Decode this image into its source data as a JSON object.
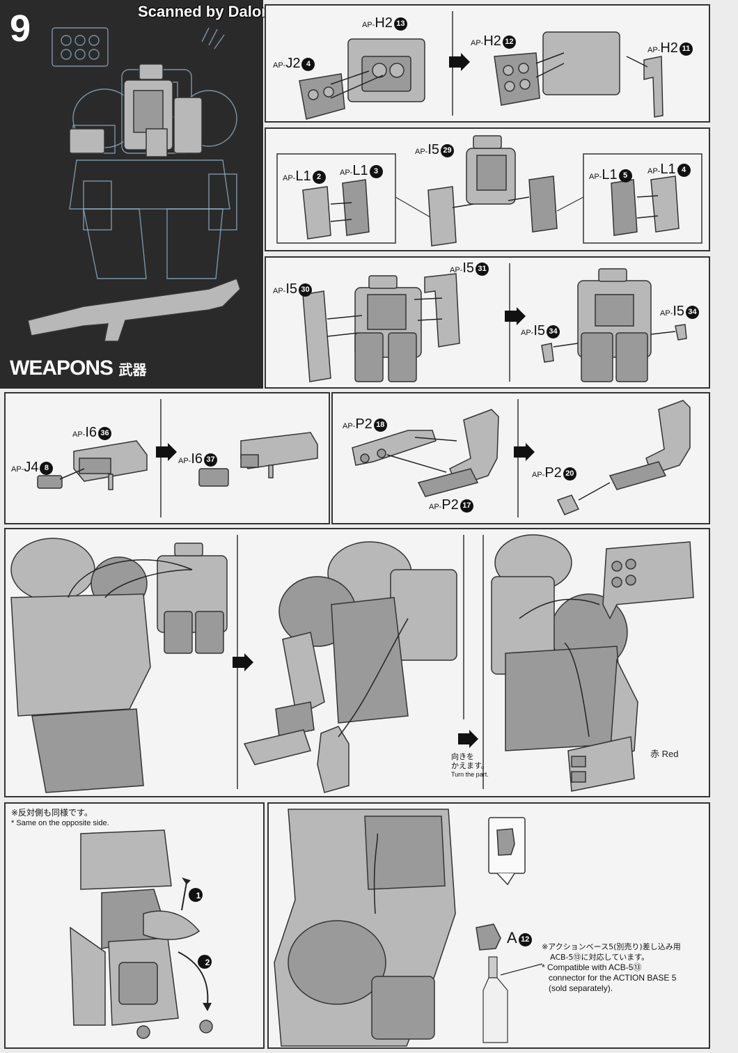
{
  "watermark": "Scanned by Dalong.net",
  "step_number": "9",
  "section_title": "WEAPONS",
  "section_title_jp": "武器",
  "labels": [
    {
      "pre": "AP-",
      "code": "H2",
      "num": "13"
    },
    {
      "pre": "AP-",
      "code": "J2",
      "num": "4"
    },
    {
      "pre": "AP-",
      "code": "H2",
      "num": "12"
    },
    {
      "pre": "AP-",
      "code": "H2",
      "num": "11"
    },
    {
      "pre": "AP-",
      "code": "I5",
      "num": "29"
    },
    {
      "pre": "AP-",
      "code": "L1",
      "num": "2"
    },
    {
      "pre": "AP-",
      "code": "L1",
      "num": "3"
    },
    {
      "pre": "AP-",
      "code": "L1",
      "num": "5"
    },
    {
      "pre": "AP-",
      "code": "L1",
      "num": "4"
    },
    {
      "pre": "AP-",
      "code": "I5",
      "num": "31"
    },
    {
      "pre": "AP-",
      "code": "I5",
      "num": "30"
    },
    {
      "pre": "AP-",
      "code": "I5",
      "num": "34"
    },
    {
      "pre": "AP-",
      "code": "I5",
      "num": "34"
    },
    {
      "pre": "AP-",
      "code": "I6",
      "num": "36"
    },
    {
      "pre": "AP-",
      "code": "J4",
      "num": "8"
    },
    {
      "pre": "AP-",
      "code": "I6",
      "num": "37"
    },
    {
      "pre": "AP-",
      "code": "P2",
      "num": "18"
    },
    {
      "pre": "AP-",
      "code": "P2",
      "num": "17"
    },
    {
      "pre": "AP-",
      "code": "P2",
      "num": "20"
    },
    {
      "pre": "",
      "code": "A",
      "num": "12"
    }
  ],
  "turn_note": {
    "jp1": "向きを",
    "jp2": "かえます。",
    "en": "Turn the part."
  },
  "red_note": {
    "jp": "赤",
    "en": "Red"
  },
  "opposite_note": {
    "jp": "※反対側も同様です。",
    "en": "* Same on the opposite side."
  },
  "steps": {
    "one": "1",
    "two": "2"
  },
  "base_note": {
    "jp1": "※アクションベース5(別売り)差し込み用",
    "jp2": "ACB-5⑬に対応しています。",
    "en1": "* Compatible with ACB-5⑬",
    "en2": "connector for the ACTION BASE 5",
    "en3": "(sold separately)."
  }
}
